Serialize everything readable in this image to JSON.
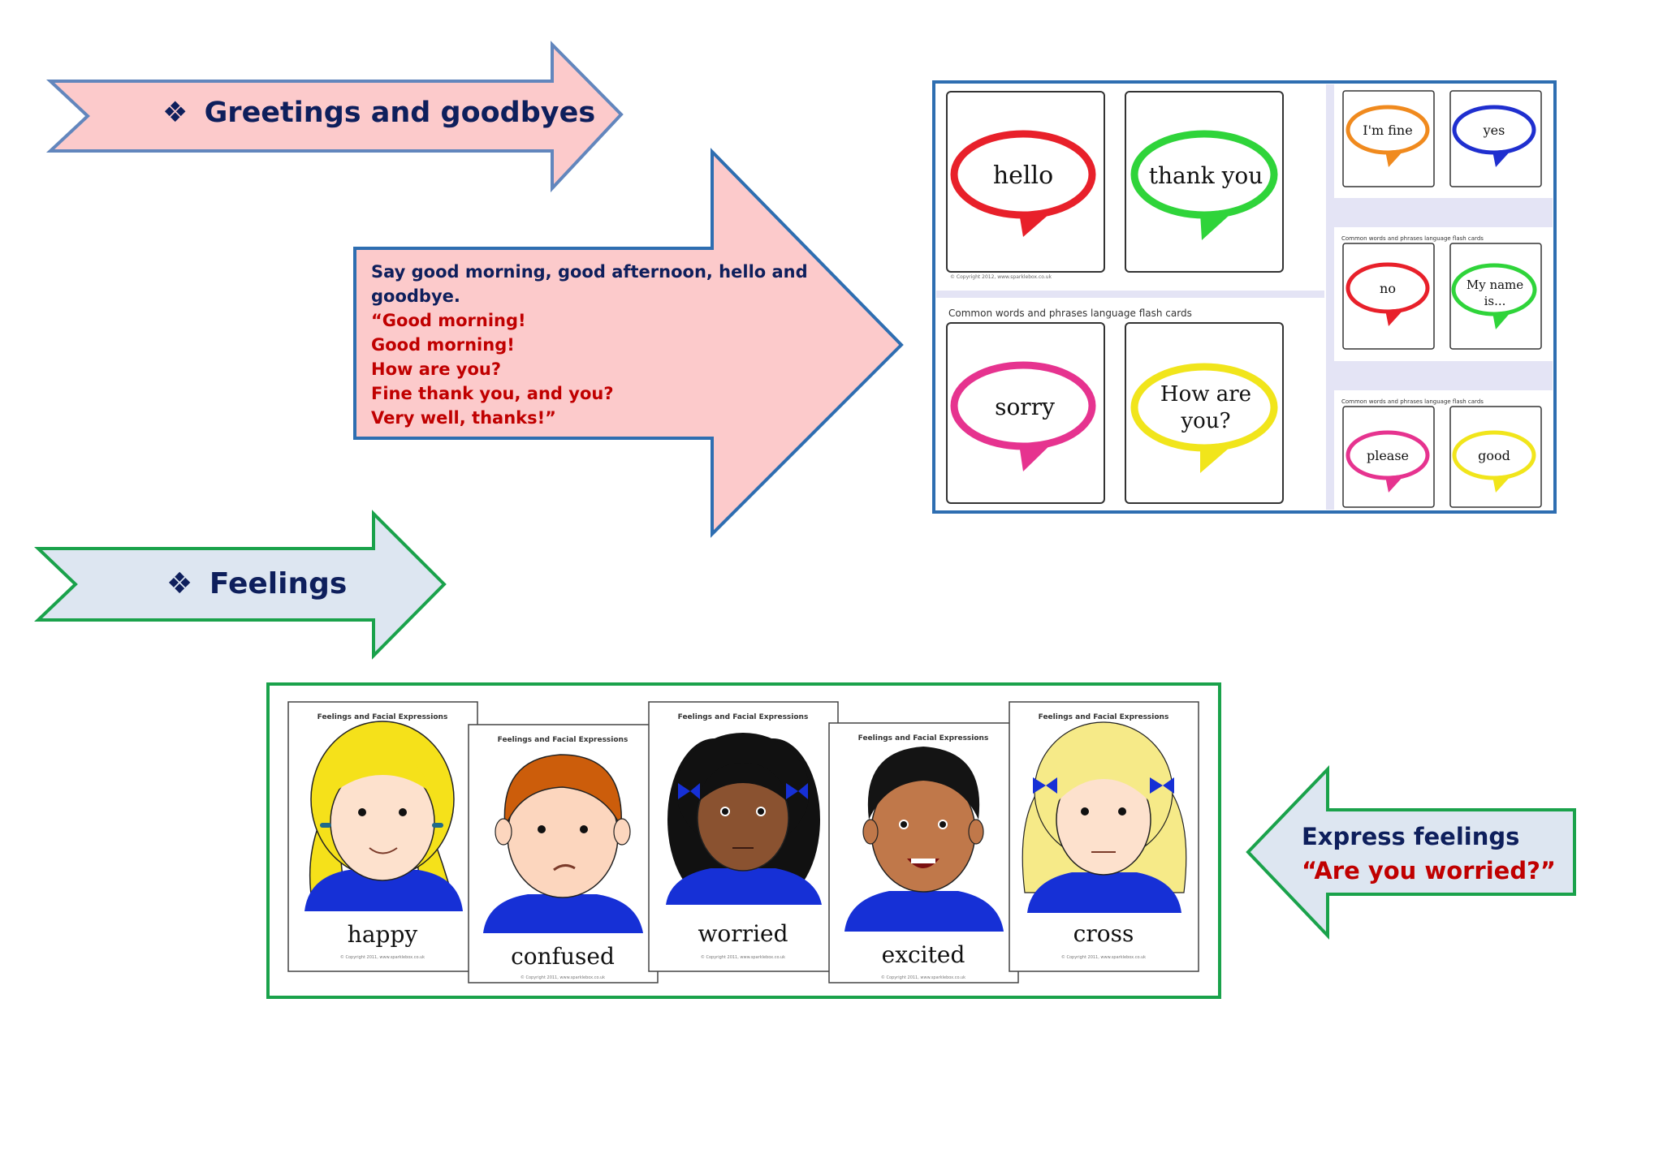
{
  "greetings": {
    "title": "Greetings and goodbyes",
    "bullet": "❖",
    "intro_lines": [
      "Say good morning, good afternoon, hello and",
      "goodbye."
    ],
    "dialogue_lines": [
      "“Good morning!",
      "Good morning!",
      "How are you?",
      "Fine thank you, and you?",
      "Very well, thanks!”"
    ]
  },
  "flashcards": {
    "header": "Common words and phrases language flash cards",
    "copyright": "© Copyright 2012, www.sparklebox.co.uk",
    "large_cards": [
      {
        "word": "hello",
        "color": "#e8202a"
      },
      {
        "word": "thank you",
        "color": "#2fd43a"
      },
      {
        "word": "sorry",
        "color": "#e6338f"
      },
      {
        "line1": "How are",
        "line2": "you?",
        "color": "#f1e51b"
      }
    ],
    "small_cards": [
      {
        "word": "I'm fine",
        "color": "#f08a1e"
      },
      {
        "word": "yes",
        "color": "#1f2fcf"
      },
      {
        "word": "no",
        "color": "#e8202a"
      },
      {
        "line1": "My name",
        "line2": "is...",
        "color": "#2fd43a"
      },
      {
        "word": "please",
        "color": "#e6338f"
      },
      {
        "word": "good",
        "color": "#f1e51b"
      }
    ]
  },
  "feelings": {
    "title": "Feelings",
    "bullet": "❖",
    "card_header": "Feelings and Facial Expressions",
    "cards": [
      {
        "label": "happy",
        "hair": "#f5e11a",
        "skin": "#fde1cd"
      },
      {
        "label": "confused",
        "hair": "#cc5d0b",
        "skin": "#fcd6be"
      },
      {
        "label": "worried",
        "hair": "#111111",
        "skin": "#8a5230"
      },
      {
        "label": "excited",
        "hair": "#141414",
        "skin": "#c0784a"
      },
      {
        "label": "cross",
        "hair": "#f6ea88",
        "skin": "#fde1cd"
      }
    ]
  },
  "express": {
    "line1": "Express feelings",
    "line2": "“Are you worried?”"
  },
  "colors": {
    "navy": "#0e1f5c",
    "red": "#c00000",
    "pink_fill": "#fccacb",
    "blue_border": "#2e6eb1",
    "green_border": "#1aa24b",
    "light_blue_fill": "#dde6f1"
  }
}
